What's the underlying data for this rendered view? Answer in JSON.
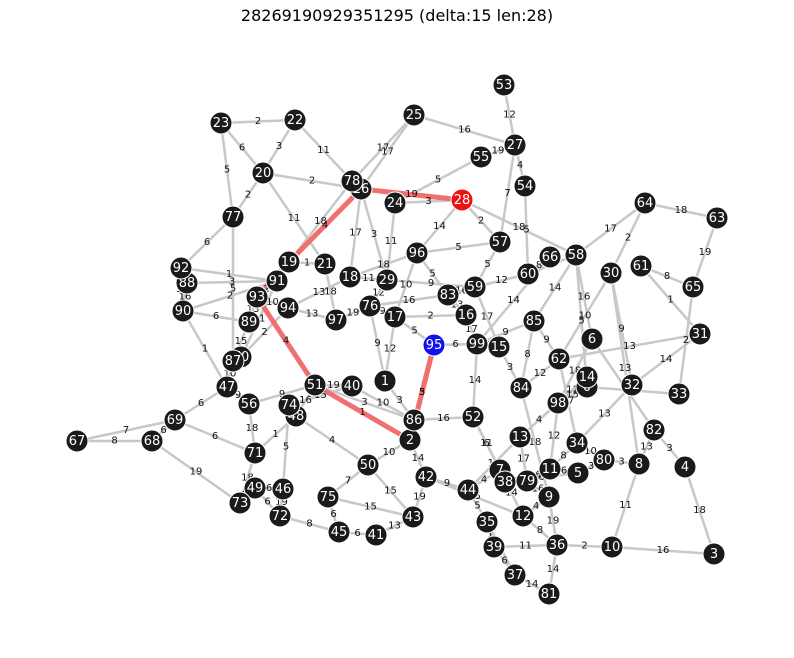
{
  "title": "28269190929351295 (delta:15 len:28)",
  "colors": {
    "node": "#1a1a1a",
    "source": "#ee1111",
    "target": "#1111ee",
    "edge": "#c8c8c8",
    "path": "#f07070"
  },
  "graph": {
    "source": "28",
    "target": "95",
    "path": [
      "28",
      "26",
      "19",
      "93",
      "51",
      "2",
      "95"
    ],
    "nodes": [
      "0",
      "1",
      "2",
      "3",
      "4",
      "5",
      "6",
      "7",
      "8",
      "9",
      "10",
      "11",
      "12",
      "13",
      "14",
      "15",
      "16",
      "17",
      "18",
      "19",
      "20",
      "21",
      "22",
      "23",
      "24",
      "25",
      "26",
      "27",
      "28",
      "29",
      "30",
      "31",
      "32",
      "33",
      "34",
      "35",
      "36",
      "37",
      "38",
      "39",
      "40",
      "41",
      "42",
      "43",
      "44",
      "45",
      "46",
      "47",
      "48",
      "49",
      "50",
      "51",
      "52",
      "53",
      "54",
      "55",
      "56",
      "57",
      "58",
      "59",
      "60",
      "61",
      "62",
      "63",
      "64",
      "65",
      "66",
      "67",
      "68",
      "69",
      "70",
      "71",
      "72",
      "73",
      "74",
      "75",
      "76",
      "77",
      "78",
      "79",
      "80",
      "81",
      "82",
      "83",
      "84",
      "85",
      "86",
      "87",
      "88",
      "89",
      "90",
      "91",
      "92",
      "93",
      "94",
      "95",
      "96",
      "97",
      "98",
      "99"
    ],
    "edges": [
      [
        "23",
        "22",
        "2"
      ],
      [
        "23",
        "20",
        "6"
      ],
      [
        "23",
        "77",
        "5"
      ],
      [
        "22",
        "20",
        "3"
      ],
      [
        "22",
        "78",
        "11"
      ],
      [
        "20",
        "77",
        "2"
      ],
      [
        "20",
        "21",
        "11"
      ],
      [
        "20",
        "26",
        "2"
      ],
      [
        "25",
        "27",
        "16"
      ],
      [
        "25",
        "78",
        "17"
      ],
      [
        "25",
        "26",
        "17"
      ],
      [
        "53",
        "27",
        "12"
      ],
      [
        "27",
        "55",
        "19"
      ],
      [
        "27",
        "54",
        "4"
      ],
      [
        "27",
        "57",
        "7"
      ],
      [
        "55",
        "24",
        "5"
      ],
      [
        "28",
        "26",
        "19"
      ],
      [
        "28",
        "24",
        "3"
      ],
      [
        "28",
        "57",
        "2"
      ],
      [
        "28",
        "58",
        "18"
      ],
      [
        "28",
        "96",
        "14"
      ],
      [
        "26",
        "19",
        "4"
      ],
      [
        "26",
        "18",
        "17"
      ],
      [
        "26",
        "29",
        "3"
      ],
      [
        "78",
        "19",
        "18"
      ],
      [
        "24",
        "29",
        "11"
      ],
      [
        "77",
        "92",
        "6"
      ],
      [
        "77",
        "87",
        "5"
      ],
      [
        "54",
        "60",
        "5"
      ],
      [
        "64",
        "58",
        "17"
      ],
      [
        "64",
        "63",
        "18"
      ],
      [
        "64",
        "30",
        "2"
      ],
      [
        "63",
        "65",
        "19"
      ],
      [
        "61",
        "65",
        "8"
      ],
      [
        "61",
        "31",
        "1"
      ],
      [
        "30",
        "62",
        "10"
      ],
      [
        "30",
        "32",
        "9"
      ],
      [
        "30",
        "8",
        "13"
      ],
      [
        "58",
        "85",
        "14"
      ],
      [
        "58",
        "6",
        "16"
      ],
      [
        "58",
        "0",
        "5"
      ],
      [
        "66",
        "60",
        "8"
      ],
      [
        "60",
        "59",
        "12"
      ],
      [
        "57",
        "59",
        "5"
      ],
      [
        "57",
        "96",
        "5"
      ],
      [
        "96",
        "18",
        "18"
      ],
      [
        "96",
        "83",
        "5"
      ],
      [
        "96",
        "17",
        "10"
      ],
      [
        "59",
        "83",
        "16"
      ],
      [
        "59",
        "15",
        "17"
      ],
      [
        "66",
        "99",
        "14"
      ],
      [
        "85",
        "99",
        "9"
      ],
      [
        "85",
        "84",
        "8"
      ],
      [
        "85",
        "62",
        "9"
      ],
      [
        "99",
        "15",
        "2"
      ],
      [
        "15",
        "84",
        "3"
      ],
      [
        "6",
        "98",
        "18"
      ],
      [
        "6",
        "82",
        "8"
      ],
      [
        "62",
        "34",
        "17"
      ],
      [
        "62",
        "84",
        "12"
      ],
      [
        "31",
        "32",
        "14"
      ],
      [
        "33",
        "65",
        "2"
      ],
      [
        "32",
        "34",
        "13"
      ],
      [
        "0",
        "98",
        "15"
      ],
      [
        "14",
        "98",
        "11"
      ],
      [
        "14",
        "13",
        "16"
      ],
      [
        "82",
        "8",
        "13"
      ],
      [
        "82",
        "4",
        "3"
      ],
      [
        "4",
        "3",
        "18"
      ],
      [
        "8",
        "10",
        "11"
      ],
      [
        "8",
        "80",
        "3"
      ],
      [
        "10",
        "3",
        "16"
      ],
      [
        "10",
        "36",
        "2"
      ],
      [
        "36",
        "81",
        "14"
      ],
      [
        "36",
        "9",
        "19"
      ],
      [
        "36",
        "39",
        "11"
      ],
      [
        "12",
        "9",
        "4"
      ],
      [
        "12",
        "7",
        "14"
      ],
      [
        "5",
        "11",
        "6"
      ],
      [
        "5",
        "80",
        "3"
      ],
      [
        "11",
        "34",
        "8"
      ],
      [
        "9",
        "79",
        "16"
      ],
      [
        "79",
        "38",
        "1"
      ],
      [
        "79",
        "13",
        "17"
      ],
      [
        "38",
        "7",
        "1"
      ],
      [
        "7",
        "44",
        "4"
      ],
      [
        "7",
        "52",
        "6"
      ],
      [
        "44",
        "42",
        "9"
      ],
      [
        "44",
        "35",
        "5"
      ],
      [
        "35",
        "39",
        "1"
      ],
      [
        "39",
        "37",
        "6"
      ],
      [
        "37",
        "81",
        "14"
      ],
      [
        "43",
        "41",
        "13"
      ],
      [
        "43",
        "75",
        "15"
      ],
      [
        "43",
        "50",
        "15"
      ],
      [
        "43",
        "42",
        "19"
      ],
      [
        "41",
        "45",
        "6"
      ],
      [
        "45",
        "75",
        "6"
      ],
      [
        "45",
        "72",
        "8"
      ],
      [
        "72",
        "46",
        "19"
      ],
      [
        "46",
        "49",
        "6"
      ],
      [
        "46",
        "74",
        "5"
      ],
      [
        "49",
        "73",
        "15"
      ],
      [
        "73",
        "71",
        "18"
      ],
      [
        "71",
        "48",
        "1"
      ],
      [
        "71",
        "56",
        "18"
      ],
      [
        "48",
        "74",
        "10"
      ],
      [
        "48",
        "51",
        "16"
      ],
      [
        "48",
        "50",
        "4"
      ],
      [
        "69",
        "67",
        "7"
      ],
      [
        "69",
        "68",
        "6"
      ],
      [
        "69",
        "47",
        "6"
      ],
      [
        "69",
        "71",
        "6"
      ],
      [
        "68",
        "67",
        "8"
      ],
      [
        "68",
        "73",
        "19"
      ],
      [
        "47",
        "87",
        "10"
      ],
      [
        "47",
        "56",
        "9"
      ],
      [
        "47",
        "90",
        "1"
      ],
      [
        "87",
        "70",
        "2"
      ],
      [
        "70",
        "91",
        "11"
      ],
      [
        "70",
        "94",
        "2"
      ],
      [
        "56",
        "51",
        "9"
      ],
      [
        "51",
        "40",
        "19"
      ],
      [
        "51",
        "86",
        "3"
      ],
      [
        "51",
        "2",
        "1"
      ],
      [
        "51",
        "93",
        "4"
      ],
      [
        "40",
        "86",
        "10"
      ],
      [
        "1",
        "86",
        "3"
      ],
      [
        "1",
        "17",
        "12"
      ],
      [
        "86",
        "2",
        "6"
      ],
      [
        "2",
        "95",
        "5"
      ],
      [
        "2",
        "42",
        "14"
      ],
      [
        "2",
        "50",
        "10"
      ],
      [
        "86",
        "52",
        "16"
      ],
      [
        "52",
        "99",
        "14"
      ],
      [
        "52",
        "7",
        "11"
      ],
      [
        "93",
        "91",
        "2"
      ],
      [
        "93",
        "19",
        "4"
      ],
      [
        "93",
        "89",
        "13"
      ],
      [
        "93",
        "94",
        "10"
      ],
      [
        "91",
        "19",
        "4"
      ],
      [
        "91",
        "92",
        "1"
      ],
      [
        "91",
        "88",
        "3"
      ],
      [
        "91",
        "90",
        "2"
      ],
      [
        "88",
        "92",
        "1"
      ],
      [
        "88",
        "90",
        "16"
      ],
      [
        "89",
        "90",
        "6"
      ],
      [
        "89",
        "87",
        "15"
      ],
      [
        "94",
        "18",
        "13"
      ],
      [
        "94",
        "97",
        "13"
      ],
      [
        "97",
        "76",
        "19"
      ],
      [
        "97",
        "21",
        "18"
      ],
      [
        "76",
        "29",
        "12"
      ],
      [
        "76",
        "17",
        "9"
      ],
      [
        "76",
        "83",
        "16"
      ],
      [
        "76",
        "1",
        "9"
      ],
      [
        "17",
        "95",
        "5"
      ],
      [
        "17",
        "16",
        "2"
      ],
      [
        "16",
        "99",
        "17"
      ],
      [
        "95",
        "99",
        "6"
      ],
      [
        "95",
        "2",
        "3"
      ],
      [
        "18",
        "29",
        "11"
      ],
      [
        "21",
        "19",
        "1"
      ],
      [
        "83",
        "16",
        "13"
      ],
      [
        "29",
        "59",
        "9"
      ],
      [
        "74",
        "40",
        "15"
      ],
      [
        "75",
        "50",
        "7"
      ],
      [
        "42",
        "12",
        "15"
      ],
      [
        "34",
        "80",
        "10"
      ],
      [
        "13",
        "98",
        "4"
      ],
      [
        "84",
        "9",
        "18"
      ],
      [
        "98",
        "11",
        "12"
      ],
      [
        "0",
        "33",
        "19"
      ],
      [
        "36",
        "12",
        "8"
      ],
      [
        "5",
        "38",
        "6"
      ],
      [
        "11",
        "79",
        "6"
      ],
      [
        "13",
        "44",
        "13"
      ],
      [
        "60",
        "58",
        "9"
      ],
      [
        "31",
        "62",
        "13"
      ],
      [
        "35",
        "37",
        "6"
      ],
      [
        "49",
        "72",
        "6"
      ],
      [
        "92",
        "90",
        "14"
      ]
    ]
  }
}
